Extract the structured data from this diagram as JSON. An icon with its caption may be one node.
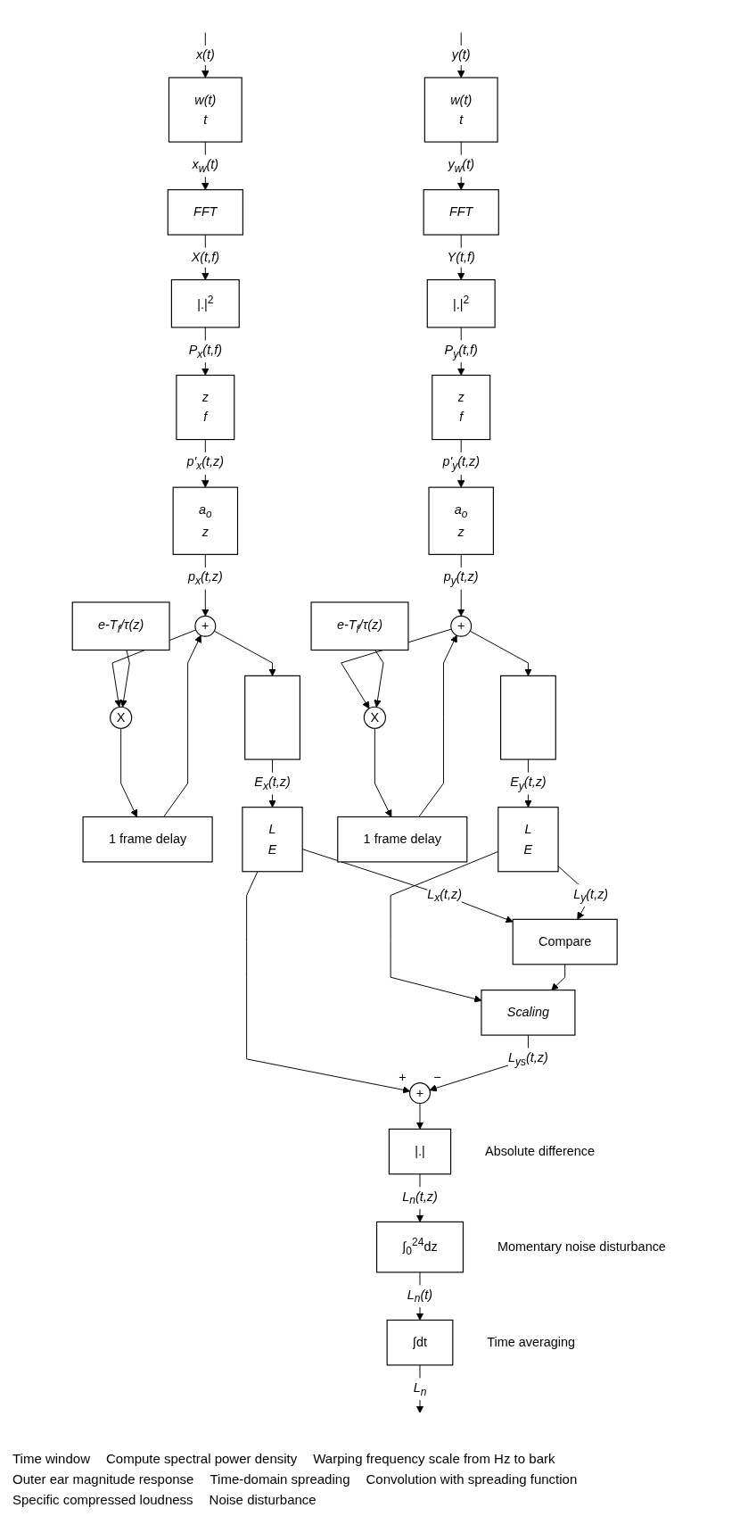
{
  "diagram": {
    "nodes": [
      {
        "text": [
          "w(t)",
          "t"
        ]
      },
      {
        "text": [
          "FFT"
        ]
      },
      {
        "text": [
          "|.|$^{2}$"
        ]
      },
      {
        "text": [
          "z",
          "f"
        ]
      },
      {
        "text": [
          "a$_{o}$",
          "z"
        ]
      },
      {
        "text": [
          "+"
        ]
      },
      {
        "text": [
          "1 frame delay"
        ]
      },
      {
        "text": [
          "X"
        ]
      },
      {
        "text": [
          "e-T$_{f}$/τ(z)"
        ]
      },
      {
        "text": [],
        "shape": "picture"
      },
      {
        "text": [
          "L",
          "E"
        ]
      },
      {
        "text": [
          "w(t)",
          "t"
        ]
      },
      {
        "text": [
          "FFT"
        ]
      },
      {
        "text": [
          "|.|$^{2}$"
        ]
      },
      {
        "text": [
          "z",
          "f"
        ]
      },
      {
        "text": [
          "a$_{o}$",
          "z"
        ]
      },
      {
        "text": [
          "+"
        ]
      },
      {
        "text": [
          "1 frame delay"
        ]
      },
      {
        "text": [
          "X"
        ]
      },
      {
        "text": [
          "e-T$_{f}$/τ(z)"
        ]
      },
      {
        "text": [],
        "shape": "picture"
      },
      {
        "text": [
          "L",
          "E"
        ]
      },
      {
        "text": [
          "Compare"
        ]
      },
      {
        "text": [
          "Scaling"
        ]
      },
      {
        "text": [
          "+"
        ],
        "beside": [
          "+",
          "−"
        ]
      },
      {
        "text": [
          "|.|"
        ],
        "beside": [
          "Absolute difference"
        ]
      },
      {
        "text": [
          "∫$_{0}$$^{24}$dz"
        ],
        "beside": [
          "Momentary noise disturbance"
        ]
      },
      {
        "text": [
          "∫dt"
        ],
        "beside": [
          "Time averaging"
        ]
      }
    ],
    "edges": [
      {
        "from": null,
        "to": 0,
        "arrow": "to",
        "label": "x(t)"
      },
      {
        "from": 0,
        "to": 1,
        "arrow": "to",
        "label": "x$_{w}$(t)"
      },
      {
        "from": 1,
        "to": 2,
        "arrow": "to",
        "label": "X(t,f)"
      },
      {
        "from": 2,
        "to": 3,
        "arrow": "to",
        "label": "P$_{x}$(t,f)"
      },
      {
        "from": 3,
        "to": 4,
        "arrow": "to",
        "label": "p'$_{x}$(t,z)"
      },
      {
        "from": 4,
        "to": 5,
        "arrow": "to",
        "label": "p$_{x}$(t,z)"
      },
      {
        "from": 5,
        "to": 9,
        "arrow": "to"
      },
      {
        "from": 5,
        "to": 7,
        "arrow": "to"
      },
      {
        "from": 7,
        "to": 6,
        "arrow": "to"
      },
      {
        "from": 6,
        "to": 5,
        "arrow": "to"
      },
      {
        "from": 8,
        "to": 7,
        "arrow": "to"
      },
      {
        "from": 9,
        "to": 10,
        "arrow": "to",
        "label": "E$_{x}$(t,z)"
      },
      {
        "from": null,
        "to": 11,
        "arrow": "to",
        "label": "y(t)"
      },
      {
        "from": 11,
        "to": 12,
        "arrow": "to",
        "label": "y$_{w}$(t)"
      },
      {
        "from": 12,
        "to": 13,
        "arrow": "to",
        "label": "Y(t,f)"
      },
      {
        "from": 13,
        "to": 14,
        "arrow": "to",
        "label": "P$_{y}$(t,f)"
      },
      {
        "from": 14,
        "to": 15,
        "arrow": "to",
        "label": "p'$_{y}$(t,z)"
      },
      {
        "from": 15,
        "to": 16,
        "arrow": "to",
        "label": "p$_{y}$(t,z)"
      },
      {
        "from": 16,
        "to": 20,
        "arrow": "to"
      },
      {
        "from": 16,
        "to": 18,
        "arrow": "to"
      },
      {
        "from": 18,
        "to": 17,
        "arrow": "to"
      },
      {
        "from": 17,
        "to": 16,
        "arrow": "to"
      },
      {
        "from": 19,
        "to": 18,
        "arrow": "to"
      },
      {
        "from": 20,
        "to": 21,
        "arrow": "to",
        "label": "E$_{y}$(t,z)"
      },
      {
        "from": 10,
        "to": 22,
        "arrow": "to",
        "label": "L$_{x}$(t,z)"
      },
      {
        "from": 10,
        "to": 24,
        "arrow": "to"
      },
      {
        "from": 21,
        "to": 22,
        "arrow": "to",
        "label": "L$_{y}$(t,z)"
      },
      {
        "from": 21,
        "to": 23,
        "arrow": "to"
      },
      {
        "from": 22,
        "to": 23,
        "arrow": "to"
      },
      {
        "from": 23,
        "to": 24,
        "arrow": "to",
        "label": "L$_{ys}$(t,z)"
      },
      {
        "from": 24,
        "to": 25,
        "arrow": "to"
      },
      {
        "from": 25,
        "to": 26,
        "arrow": "to",
        "label": "L$_{n}$(t,z)"
      },
      {
        "from": 26,
        "to": 27,
        "arrow": "to",
        "label": "L$_{n}$(t)"
      },
      {
        "from": 27,
        "to": null,
        "arrow": "to",
        "label": "L$_{n}$"
      }
    ],
    "labels": [
      "Time window",
      "Compute spectral power density",
      "Warping frequency scale from Hz to bark",
      "Outer ear magnitude response",
      "Time-domain spreading",
      "Convolution with spreading function",
      "Specific compressed loudness",
      "Noise disturbance"
    ]
  }
}
